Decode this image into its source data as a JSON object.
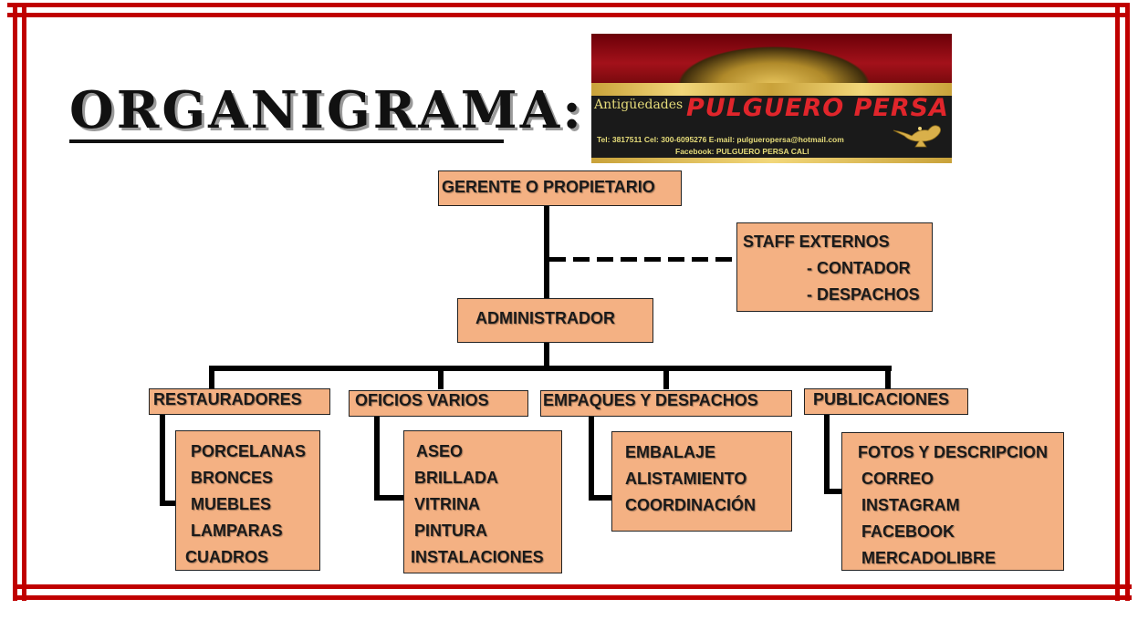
{
  "title": "ORGANIGRAMA:",
  "logo": {
    "prefix": "Antigüedades",
    "name": "PULGUERO PERSA",
    "contact": "Tel: 3817511 Cel: 300-6095276    E-mail: pulgueropersa@hotmail.com",
    "facebook": "Facebook: PULGUERO PERSA CALI",
    "icon": "oil-lamp-icon"
  },
  "colors": {
    "frame": "#c00000",
    "box_fill": "#f4b183",
    "connector": "#000000"
  },
  "nodes": {
    "owner": "GERENTE O PROPIETARIO",
    "staff": {
      "title": "STAFF EXTERNOS",
      "items": [
        "- CONTADOR",
        "- DESPACHOS"
      ]
    },
    "admin": "ADMINISTRADOR",
    "departments": [
      {
        "name": "RESTAURADORES",
        "items": [
          "PORCELANAS",
          "BRONCES",
          "MUEBLES",
          "LAMPARAS",
          "CUADROS"
        ]
      },
      {
        "name": "OFICIOS VARIOS",
        "items": [
          "ASEO",
          "BRILLADA",
          "VITRINA",
          "PINTURA",
          "INSTALACIONES"
        ]
      },
      {
        "name": "EMPAQUES Y DESPACHOS",
        "items": [
          "EMBALAJE",
          "ALISTAMIENTO",
          "COORDINACIÓN"
        ]
      },
      {
        "name": "PUBLICACIONES",
        "items": [
          "FOTOS Y DESCRIPCION",
          "CORREO",
          "INSTAGRAM",
          "FACEBOOK",
          "MERCADOLIBRE"
        ]
      }
    ]
  }
}
